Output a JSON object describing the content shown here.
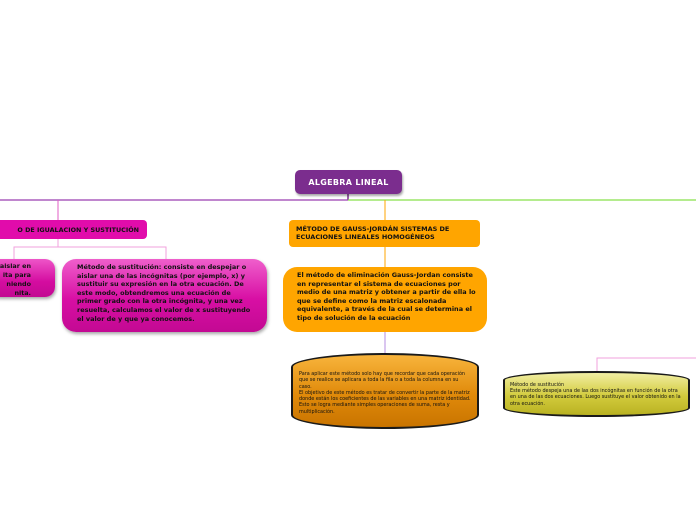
{
  "map": {
    "root": "ALGEBRA LINEAL",
    "topic_left": "MÉTODO DE IGUALACIÓN Y SUSTITUCIÓN",
    "topic_left_visible": "O DE IGUALACION Y SUSTITUCIÓN",
    "topic_gauss": "MÉTODO DE GAUSS-JORDÁN SISTEMAS DE ECUACIONES LINEALES HOMOGÉNEOS",
    "igualacion_fragment": [
      "aislar en",
      "ita para",
      "niendo",
      "nita."
    ],
    "sustitucion": "Método de sustitución: consiste en despejar o aislar una de las incógnitas (por ejemplo, x) y sustituir su expresión en la otra ecuación. De este modo, obtendremos una ecuación de primer grado con la otra incógnita, y una vez resuelta, calculamos el valor de x sustituyendo el valor de y que ya conocemos.",
    "gauss_def": "El método de eliminación Gauss-Jordan consiste en representar el sistema de ecuaciones por medio de una matriz y obtener a partir de ella lo que se define como la matriz escalonada equivalente, a través de la cual se determina el tipo de solución de la ecuación",
    "gauss_detail_1": "Para aplicar este método solo hay que recordar que cada operación que se realice se aplicara a toda la fila o a toda la columna en su caso.",
    "gauss_detail_2": "El objetivo de este método es tratar de convertir la parte de la matriz donde están los coeficientes de las variables en una matriz identidad. Esto se logra mediante simples operaciones de suma, resta y multiplicación.",
    "sust_title": "Método de sustitución",
    "sust_detail": "Este método despeja una de las dos incógnitas en función de la otra en una de las dos ecuaciones. Luego sustituye el valor obtenido en la otra ecuación."
  },
  "colors": {
    "purple": "#7b2d8e",
    "magenta": "#e10cab",
    "orange": "#ffa500",
    "green": "#88e04a",
    "lavender": "#b48ee0",
    "pink_line": "#f2a2de"
  }
}
